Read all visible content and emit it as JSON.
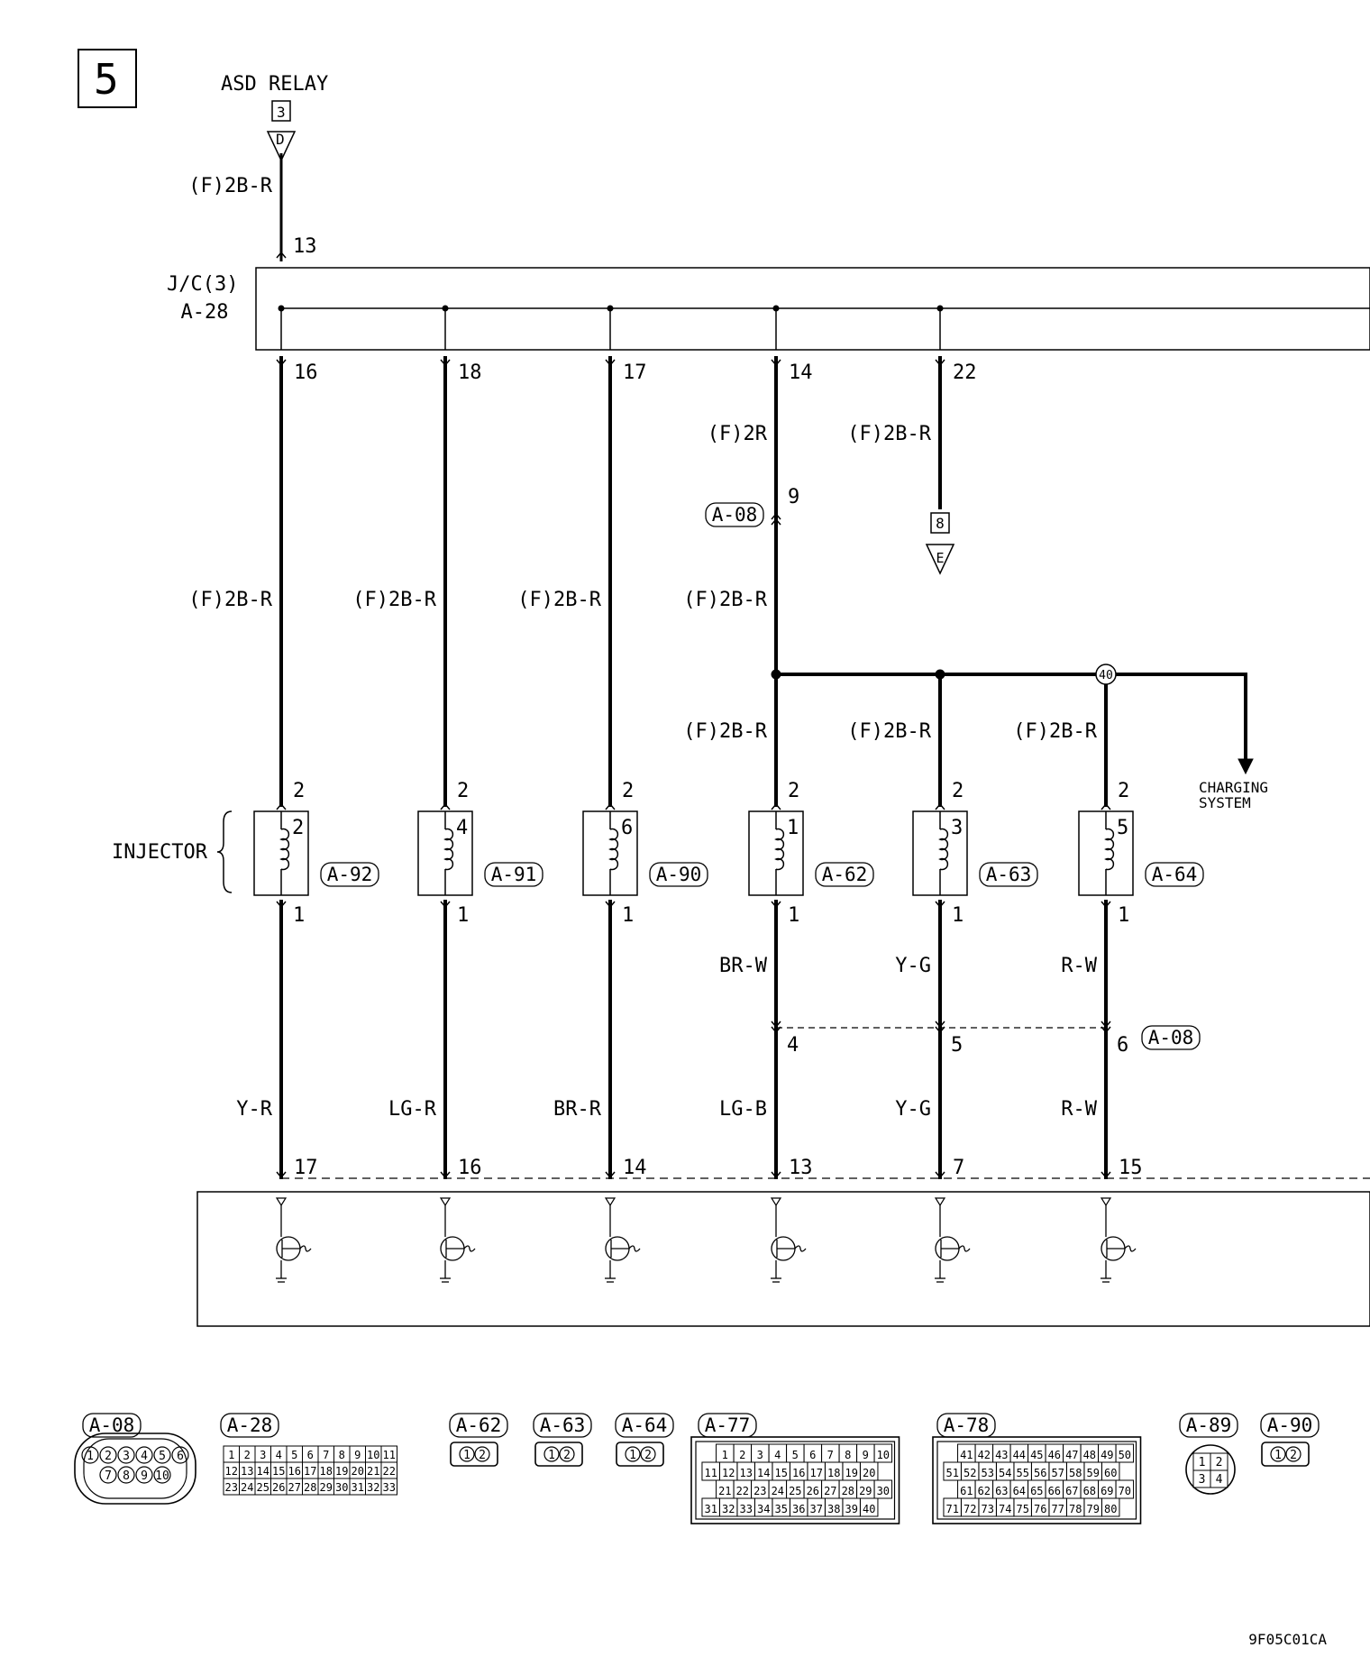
{
  "page_number": "5",
  "asd_relay": {
    "label": "ASD RELAY",
    "box": "3",
    "arrow": "D",
    "wire": "(F)2B-R",
    "pin": "13"
  },
  "jc": {
    "label": "J/C(3)",
    "connector": "A-28"
  },
  "injector_label": "INJECTOR",
  "columns": [
    {
      "jc_pin": "16",
      "upper_wire": "(F)2B-R",
      "inj_number": "2",
      "inj_connector": "A-92",
      "lower_wire": "Y-R",
      "ecm_pin": "17"
    },
    {
      "jc_pin": "18",
      "upper_wire": "(F)2B-R",
      "inj_number": "4",
      "inj_connector": "A-91",
      "lower_wire": "LG-R",
      "ecm_pin": "16"
    },
    {
      "jc_pin": "17",
      "upper_wire": "(F)2B-R",
      "inj_number": "6",
      "inj_connector": "A-90",
      "lower_wire": "BR-R",
      "ecm_pin": "14"
    },
    {
      "jc_pin": "14",
      "upper_wire": "(F)2R",
      "mid_connector": "A-08",
      "mid_pin": "9",
      "mid_wire": "(F)2B-R",
      "branch_wire": "(F)2B-R",
      "inj_number": "1",
      "inj_connector": "A-62",
      "lower_wire": "BR-W",
      "a08_pin": "4",
      "lower_wire2": "LG-B",
      "ecm_pin": "13"
    },
    {
      "jc_pin": "22",
      "upper_wire": "(F)2B-R",
      "box": "8",
      "arrow": "E",
      "branch_wire": "(F)2B-R",
      "inj_number": "3",
      "inj_connector": "A-63",
      "lower_wire": "Y-G",
      "a08_pin": "5",
      "lower_wire2": "Y-G",
      "ecm_pin": "7"
    },
    {
      "splice": "40",
      "branch_wire": "(F)2B-R",
      "inj_number": "5",
      "inj_connector": "A-64",
      "lower_wire": "R-W",
      "a08_pin": "6",
      "a08_connector": "A-08",
      "lower_wire2": "R-W",
      "ecm_pin": "15"
    }
  ],
  "injector_pin_top": "2",
  "injector_pin_bottom": "1",
  "charging": {
    "line1": "CHARGING",
    "line2": "SYSTEM"
  },
  "connectors": [
    {
      "name": "A-08",
      "rows": [
        [
          "1",
          "2",
          "3",
          "4",
          "5",
          "6"
        ],
        [
          "7",
          "8",
          "9",
          "10"
        ]
      ]
    },
    {
      "name": "A-28",
      "rows": [
        [
          "1",
          "2",
          "3",
          "4",
          "5",
          "6",
          "7",
          "8",
          "9",
          "10",
          "11"
        ],
        [
          "12",
          "13",
          "14",
          "15",
          "16",
          "17",
          "18",
          "19",
          "20",
          "21",
          "22"
        ],
        [
          "23",
          "24",
          "25",
          "26",
          "27",
          "28",
          "29",
          "30",
          "31",
          "32",
          "33"
        ]
      ]
    },
    {
      "name": "A-62",
      "rows": [
        [
          "1",
          "2"
        ]
      ]
    },
    {
      "name": "A-63",
      "rows": [
        [
          "1",
          "2"
        ]
      ]
    },
    {
      "name": "A-64",
      "rows": [
        [
          "1",
          "2"
        ]
      ]
    },
    {
      "name": "A-77",
      "rows": [
        [
          "1",
          "2",
          "3",
          "4",
          "5",
          "6",
          "7",
          "8",
          "9",
          "10"
        ],
        [
          "11",
          "12",
          "13",
          "14",
          "15",
          "16",
          "17",
          "18",
          "19",
          "20"
        ],
        [
          "21",
          "22",
          "23",
          "24",
          "25",
          "26",
          "27",
          "28",
          "29",
          "30"
        ],
        [
          "31",
          "32",
          "33",
          "34",
          "35",
          "36",
          "37",
          "38",
          "39",
          "40"
        ]
      ]
    },
    {
      "name": "A-78",
      "rows": [
        [
          "41",
          "42",
          "43",
          "44",
          "45",
          "46",
          "47",
          "48",
          "49",
          "50"
        ],
        [
          "51",
          "52",
          "53",
          "54",
          "55",
          "56",
          "57",
          "58",
          "59",
          "60"
        ],
        [
          "61",
          "62",
          "63",
          "64",
          "65",
          "66",
          "67",
          "68",
          "69",
          "70"
        ],
        [
          "71",
          "72",
          "73",
          "74",
          "75",
          "76",
          "77",
          "78",
          "79",
          "80"
        ]
      ]
    },
    {
      "name": "A-89",
      "rows": [
        [
          "1",
          "2"
        ],
        [
          "3",
          "4"
        ]
      ]
    },
    {
      "name": "A-90",
      "rows": [
        [
          "1",
          "2"
        ]
      ]
    }
  ],
  "figure_code": "9F05C01CA"
}
